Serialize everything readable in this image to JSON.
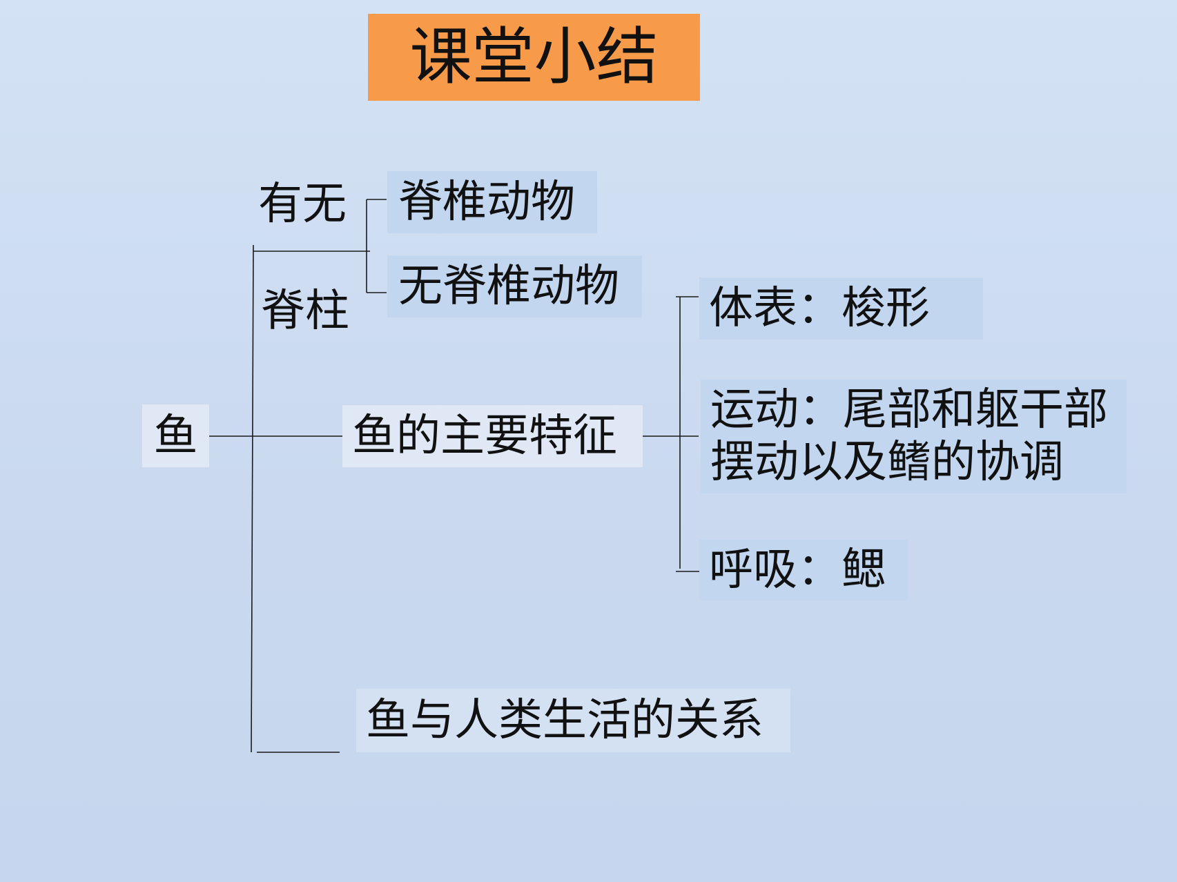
{
  "title": "课堂小结",
  "root": {
    "label": "鱼"
  },
  "branch_spine": {
    "label_line1": "有无",
    "label_line2": "脊柱",
    "children": [
      "脊椎动物",
      "无脊椎动物"
    ]
  },
  "branch_features": {
    "label": "鱼的主要特征",
    "children": {
      "body_surface": "体表：梭形",
      "movement_line1": "运动：尾部和躯干部",
      "movement_line2": "摆动以及鳍的协调",
      "breathing": "呼吸：鳃"
    }
  },
  "branch_relation": {
    "label": "鱼与人类生活的关系"
  },
  "colors": {
    "title_bg": "#f79a4a",
    "node_light": "#dfe8f4",
    "node_medium": "#c2d6ef",
    "background": "#cddcf1"
  }
}
